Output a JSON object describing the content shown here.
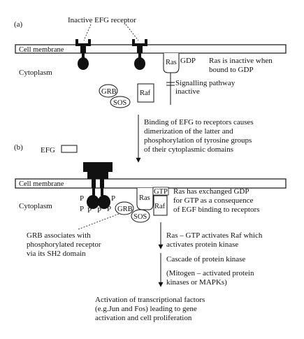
{
  "panel_a": {
    "label": "(a)",
    "receptor_label": "Inactive EFG receptor",
    "membrane": "Cell membrane",
    "cytoplasm": "Cytoplasm",
    "ras": "Ras",
    "gdp": "GDP",
    "ras_note": [
      "Ras is inactive when",
      "bound to GDP"
    ],
    "grb": "GRB",
    "sos": "SOS",
    "raf": "Raf",
    "pathway_note": [
      "Signalling pathway",
      "inactive"
    ]
  },
  "transition_note": [
    "Binding of EFG to receptors causes",
    "dimerization of the latter and",
    "phosphorylation of tyrosine groups",
    "of their cytoplasmic domains"
  ],
  "panel_b": {
    "label": "(b)",
    "efg": "EFG",
    "membrane": "Cell membrane",
    "cytoplasm": "Cytoplasm",
    "p": "P",
    "grb": "GRB",
    "sos": "SOS",
    "ras": "Ras",
    "raf": "Raf",
    "gtp": "GTP",
    "ras_note": [
      "Ras has exchanged GDP",
      "for GTP as a consequence",
      "of EGF binding to receptors"
    ],
    "grb_note": [
      "GRB associates with",
      "phosphorylated receptor",
      "via its SH2 domain"
    ],
    "step1": [
      "Ras – GTP activates Raf which",
      "activates protein kinase"
    ],
    "step2": "Cascade of protein kinase",
    "step3": [
      "(Mitogen – activated protein",
      "kinases or MAPKs)"
    ],
    "final": [
      "Activation of transcriptional factors",
      "(e.g.Jun and Fos) leading to gene",
      "activation and cell proliferation"
    ]
  }
}
